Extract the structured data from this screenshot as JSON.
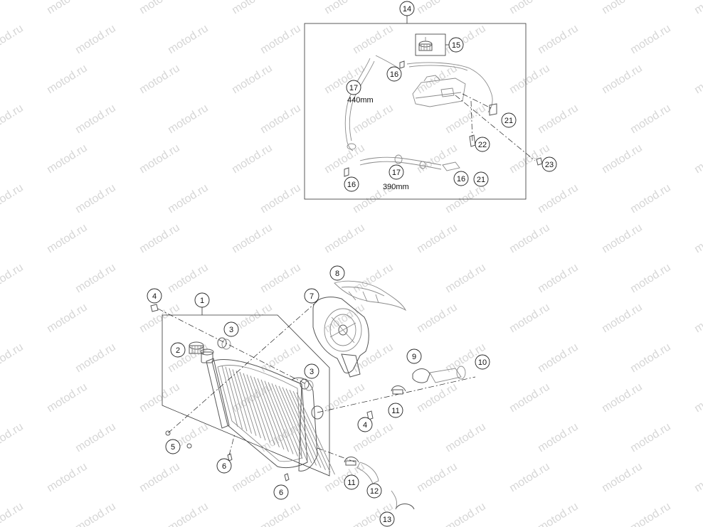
{
  "watermark": {
    "text": "motod.ru",
    "color": "#d6d6d6"
  },
  "callouts": [
    {
      "id": "c1",
      "label": "1"
    },
    {
      "id": "c2",
      "label": "2"
    },
    {
      "id": "c3a",
      "label": "3"
    },
    {
      "id": "c3b",
      "label": "3"
    },
    {
      "id": "c4a",
      "label": "4"
    },
    {
      "id": "c4b",
      "label": "4"
    },
    {
      "id": "c5",
      "label": "5"
    },
    {
      "id": "c6a",
      "label": "6"
    },
    {
      "id": "c6b",
      "label": "6"
    },
    {
      "id": "c7",
      "label": "7"
    },
    {
      "id": "c8",
      "label": "8"
    },
    {
      "id": "c9",
      "label": "9"
    },
    {
      "id": "c10",
      "label": "10"
    },
    {
      "id": "c11a",
      "label": "11"
    },
    {
      "id": "c11b",
      "label": "11"
    },
    {
      "id": "c12",
      "label": "12"
    },
    {
      "id": "c13",
      "label": "13"
    },
    {
      "id": "c14",
      "label": "14"
    },
    {
      "id": "c15",
      "label": "15"
    },
    {
      "id": "c16a",
      "label": "16"
    },
    {
      "id": "c16b",
      "label": "16"
    },
    {
      "id": "c16c",
      "label": "16"
    },
    {
      "id": "c17a",
      "label": "17"
    },
    {
      "id": "c17b",
      "label": "17"
    },
    {
      "id": "c21a",
      "label": "21"
    },
    {
      "id": "c21b",
      "label": "21"
    },
    {
      "id": "c22",
      "label": "22"
    },
    {
      "id": "c23",
      "label": "23"
    }
  ],
  "dimensions": {
    "hose_upper": "440mm",
    "hose_lower": "390mm"
  }
}
